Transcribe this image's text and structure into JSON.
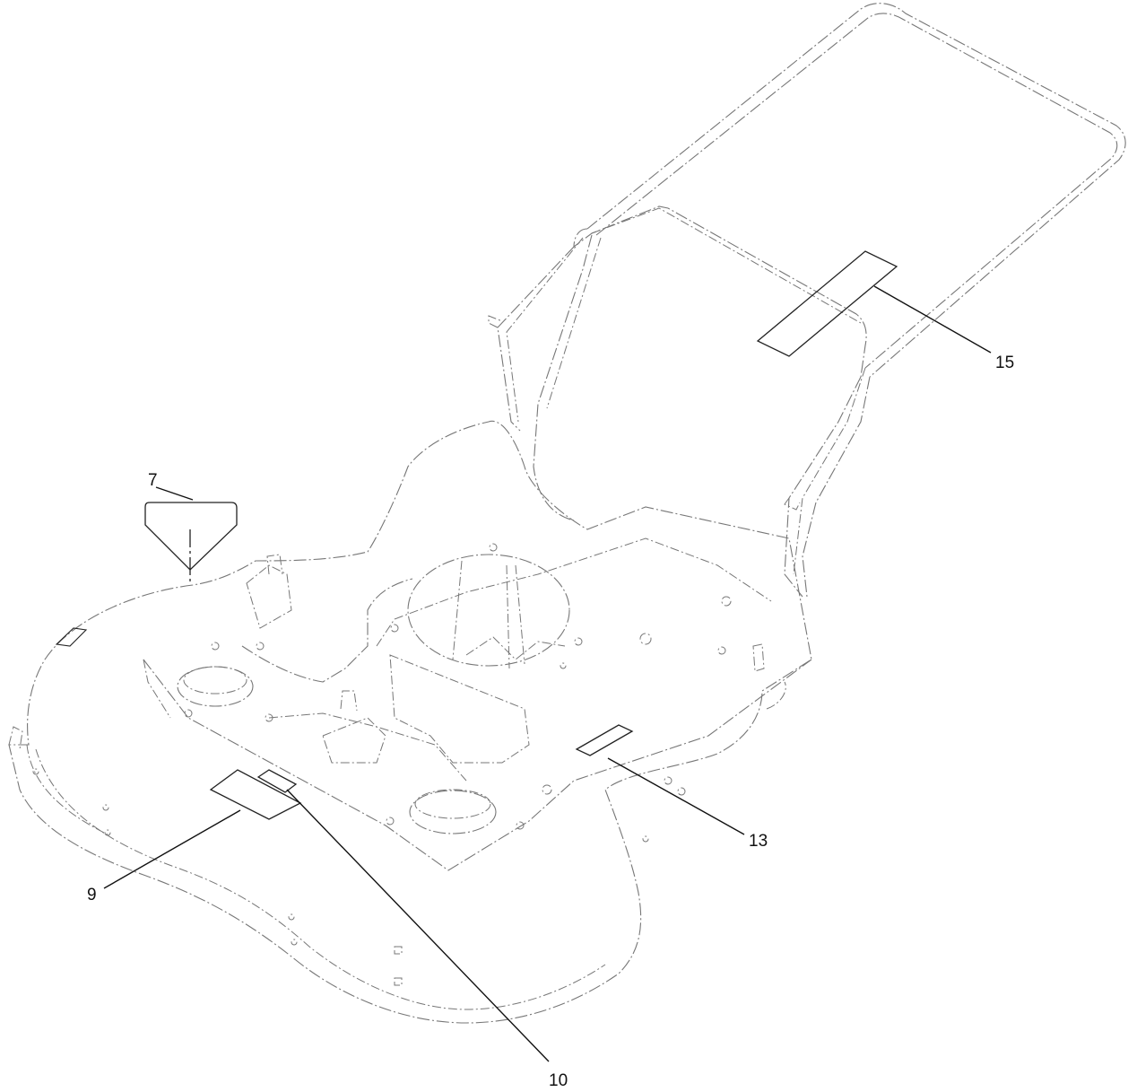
{
  "callouts": {
    "c7": "7",
    "c9": "9",
    "c10": "10",
    "c13": "13",
    "c15": "15"
  },
  "colors": {
    "outline": "#777777",
    "decal": "#222222",
    "leader": "#111111"
  }
}
